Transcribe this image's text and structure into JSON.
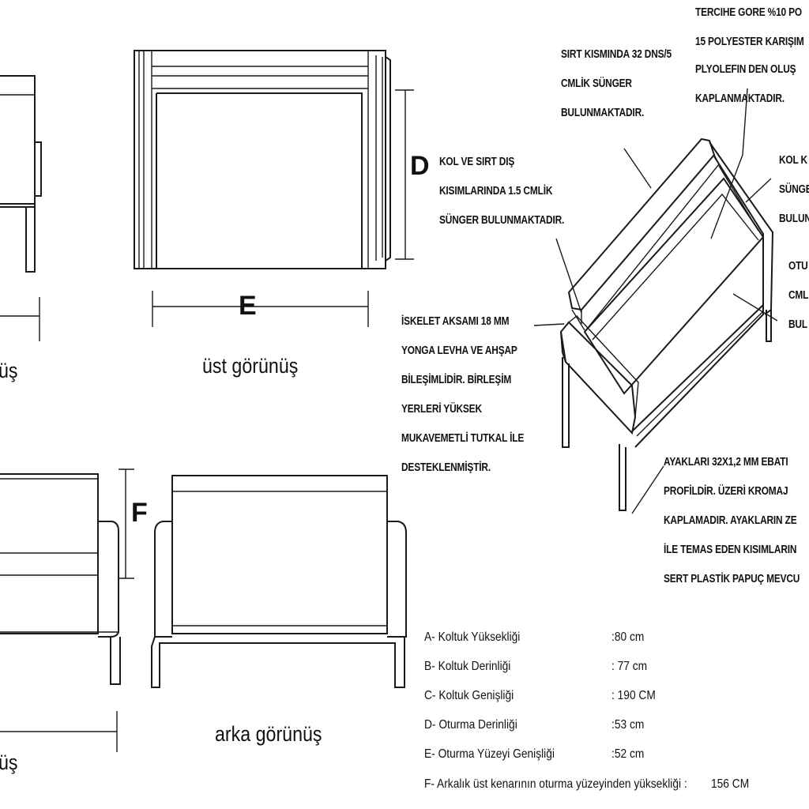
{
  "notes": {
    "yatak_note": [
      "TERCIHE GORE %10 PO",
      "15 POLYESTER KARIŞIM",
      "PLYOLEFIN DEN OLUŞ",
      "KAPLANMAKTADIR."
    ],
    "sirt_note": [
      "SIRT KISMINDA 32 DNS/5",
      "CMLİK SÜNGER",
      "BULUNMAKTADIR."
    ],
    "kol_sirt_note": [
      "KOL VE SIRT DIŞ",
      "KISIMLARINDA 1.5 CMLİK",
      "SÜNGER BULUNMAKTADIR."
    ],
    "kol_note": [
      "KOL K",
      "SÜNGE",
      "BULUN"
    ],
    "oturum_note": [
      "OTU",
      "CML",
      "BUL"
    ],
    "iskelet_note": [
      "İSKELET AKSAMI 18 MM",
      "YONGA LEVHA VE AHŞAP",
      "BİLEŞİMLİDİR. BİRLEŞİM",
      "YERLERİ YÜKSEK",
      "MUKAVEMETLİ TUTKAL İLE",
      "DESTEKLENMİŞTİR."
    ],
    "ayak_note": [
      "AYAKLARI 32X1,2 MM EBATI",
      "PROFİLDİR. ÜZERİ KROMAJ",
      "KAPLAMADIR. AYAKLARIN ZE",
      "İLE TEMAS EDEN KISIMLARIN",
      "SERT PLASTİK PAPUÇ MEVCU"
    ]
  },
  "dims": {
    "d": "D",
    "e": "E",
    "f": "F"
  },
  "views": {
    "top": "üst görünüş",
    "back": "arka görünüş",
    "side_partial": "üş",
    "front_partial": "üş"
  },
  "specs": [
    {
      "label": "A- Koltuk Yüksekliği",
      "value": ":80 cm"
    },
    {
      "label": "B- Koltuk Derinliği",
      "value": ": 77 cm"
    },
    {
      "label": "C- Koltuk Genişliği",
      "value": ": 190 CM"
    },
    {
      "label": "D- Oturma Derinliği",
      "value": ":53 cm"
    },
    {
      "label": "E- Oturma Yüzeyi Genişliği",
      "value": ":52 cm"
    },
    {
      "label": "F- Arkalık üst kenarının oturma yüzeyinden yüksekliği :",
      "value": "156 CM"
    }
  ]
}
